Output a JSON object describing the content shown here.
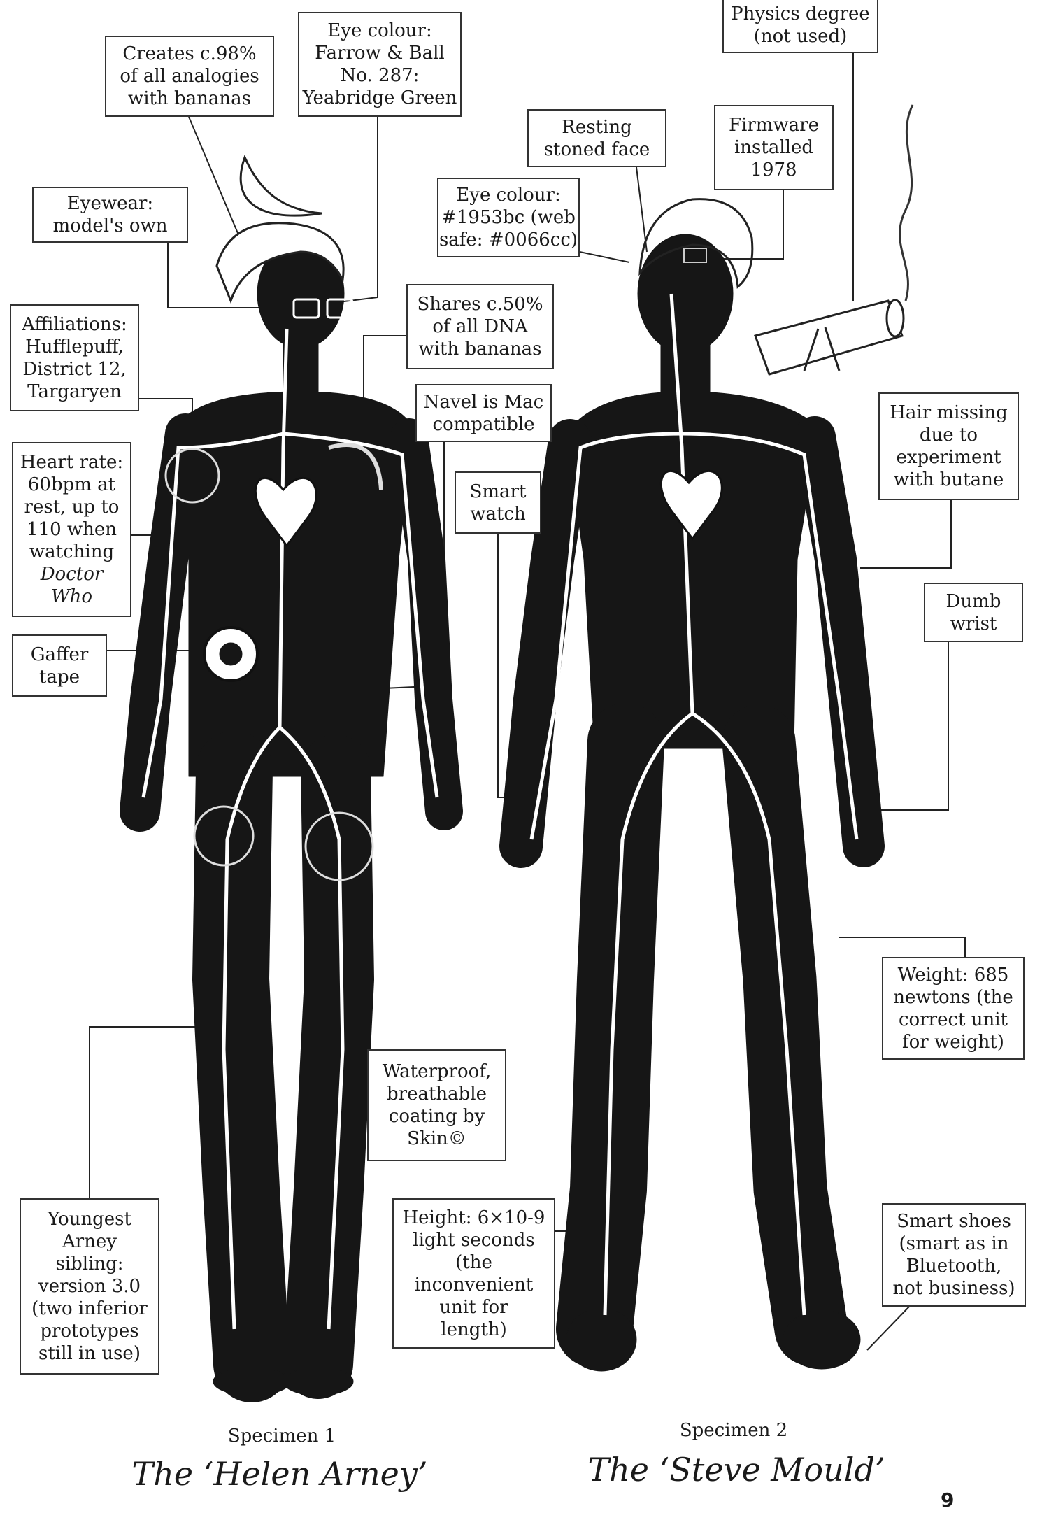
{
  "labels": [
    {
      "id": "bananas-analogies",
      "lines": [
        "Creates c.98%",
        "of all analogies",
        "with bananas"
      ]
    },
    {
      "id": "eye-colour-helen",
      "lines": [
        "Eye colour:",
        "Farrow & Ball",
        "No. 287:",
        "Yeabridge Green"
      ]
    },
    {
      "id": "physics-degree",
      "lines": [
        "Physics degree",
        "(not used)"
      ]
    },
    {
      "id": "resting-face",
      "lines": [
        "Resting",
        "stoned face"
      ]
    },
    {
      "id": "firmware",
      "lines": [
        "Firmware",
        "installed",
        "1978"
      ]
    },
    {
      "id": "eyewear",
      "lines": [
        "Eyewear:",
        "model's own"
      ]
    },
    {
      "id": "eye-colour-steve",
      "lines": [
        "Eye colour:",
        "#1953bc (web",
        "safe: #0066cc)"
      ]
    },
    {
      "id": "affiliations",
      "lines": [
        "Affiliations:",
        "Hufflepuff,",
        "District 12,",
        "Targaryen"
      ]
    },
    {
      "id": "dna-bananas",
      "lines": [
        "Shares c.50%",
        "of all DNA",
        "with bananas"
      ]
    },
    {
      "id": "navel",
      "lines": [
        "Navel is Mac",
        "compatible"
      ]
    },
    {
      "id": "hair-missing",
      "lines": [
        "Hair missing",
        "due to",
        "experiment",
        "with butane"
      ]
    },
    {
      "id": "heart-rate",
      "lines": [
        "Heart rate:",
        "60bpm at",
        "rest, up to",
        "110 when",
        "watching",
        "Doctor",
        "Who"
      ]
    },
    {
      "id": "smart-watch",
      "lines": [
        "Smart",
        "watch"
      ]
    },
    {
      "id": "dumb-wrist",
      "lines": [
        "Dumb",
        "wrist"
      ]
    },
    {
      "id": "gaffer-tape",
      "lines": [
        "Gaffer",
        "tape"
      ]
    },
    {
      "id": "weight",
      "lines": [
        "Weight: 685",
        "newtons (the",
        "correct unit",
        "for weight)"
      ]
    },
    {
      "id": "waterproof",
      "lines": [
        "Waterproof,",
        "breathable",
        "coating by",
        "Skin©"
      ]
    },
    {
      "id": "youngest-arney",
      "lines": [
        "Youngest",
        "Arney",
        "sibling:",
        "version 3.0",
        "(two inferior",
        "prototypes",
        "still in use)"
      ]
    },
    {
      "id": "height",
      "lines": [
        "Height: 6×10-9",
        "light seconds",
        "(the",
        "inconvenient",
        "unit for",
        "length)"
      ]
    },
    {
      "id": "smart-shoes",
      "lines": [
        "Smart shoes",
        "(smart as in",
        "Bluetooth,",
        "not business)"
      ]
    }
  ],
  "specimen1": {
    "number": "Specimen 1",
    "name": "The ‘Helen Arney’"
  },
  "specimen2": {
    "number": "Specimen 2",
    "name": "The ‘Steve Mould’"
  },
  "page_number": "9"
}
